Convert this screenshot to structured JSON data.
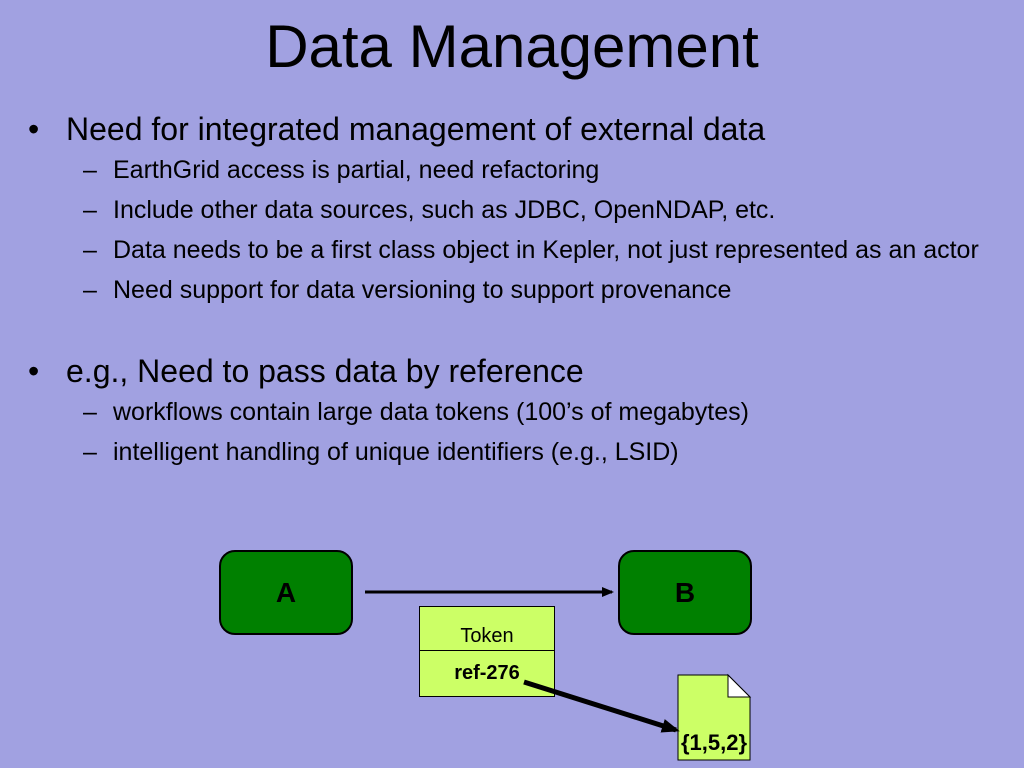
{
  "slide": {
    "title": "Data Management",
    "bullet_mark": "•",
    "dash_mark": "–",
    "sections": [
      {
        "text": "Need for integrated management of external data",
        "subitems": [
          "EarthGrid access is partial, need refactoring",
          "Include other data sources, such as JDBC, OpenNDAP, etc.",
          "Data needs to be a first class object in Kepler, not just represented as an actor",
          "Need support for data versioning to support provenance"
        ]
      },
      {
        "text": "e.g., Need to pass data by reference",
        "subitems": [
          "workflows contain large data tokens (100’s of megabytes)",
          "intelligent handling of unique identifiers (e.g., LSID)"
        ]
      }
    ]
  },
  "diagram": {
    "node_a": "A",
    "node_b": "B",
    "token_label": "Token",
    "token_ref": "ref-276",
    "doc_value": "{1,5,2}",
    "colors": {
      "background": "#a1a1e1",
      "node_fill": "#008000",
      "token_fill": "#ccff66"
    }
  }
}
